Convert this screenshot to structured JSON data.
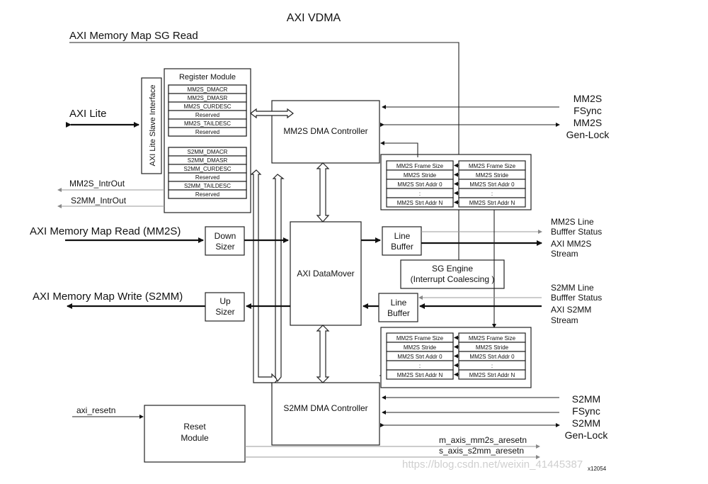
{
  "title": "AXI VDMA",
  "figure_id": "x12054",
  "watermark": "https://blog.csdn.net/weixin_41445387",
  "left_signals": {
    "sg_read": "AXI Memory Map SG Read",
    "axi_lite": "AXI Lite",
    "mm2s_introut": "MM2S_IntrOut",
    "s2mm_introut": "S2MM_IntrOut",
    "mm_read": "AXI Memory Map Read (MM2S)",
    "mm_write": "AXI Memory Map Write (S2MM)",
    "axi_resetn": "axi_resetn"
  },
  "slave_interface": "AXI Lite Slave Interface",
  "register_module": {
    "title": "Register Module",
    "mm2s_regs": [
      "MM2S_DMACR",
      "MM2S_DMASR",
      "MM2S_CURDESC",
      "Reserved",
      "MM2S_TAILDESC",
      "Reserved"
    ],
    "s2mm_regs": [
      "S2MM_DMACR",
      "S2MM_DMASR",
      "S2MM_CURDESC",
      "Reserved",
      "S2MM_TAILDESC",
      "Reserved"
    ]
  },
  "blocks": {
    "mm2s_dma": "MM2S DMA Controller",
    "s2mm_dma": "S2MM DMA Controller",
    "datamover": "AXI DataMover",
    "down_sizer": [
      "Down",
      "Sizer"
    ],
    "up_sizer": [
      "Up",
      "Sizer"
    ],
    "line_buffer_top": [
      "Line",
      "Buffer"
    ],
    "line_buffer_bottom": [
      "Line",
      "Buffer"
    ],
    "sg_engine": [
      "SG Engine",
      "(Interrupt Coalescing )"
    ],
    "reset": [
      "Reset",
      "Module"
    ]
  },
  "frame_regs": [
    "MM2S Frame Size",
    "MM2S Stride",
    "MM2S Strt Addr 0",
    ":",
    "MM2S Strt Addr N"
  ],
  "right_signals": {
    "mm2s_fsync": [
      "MM2S",
      "FSync",
      "MM2S",
      "Gen-Lock"
    ],
    "mm2s_line_status": [
      "MM2S Line",
      "Bufffer Status"
    ],
    "axi_mm2s_stream": [
      "AXI MM2S",
      "Stream"
    ],
    "s2mm_line_status": [
      "S2MM Line",
      "Bufffer Status"
    ],
    "axi_s2mm_stream": [
      "AXI S2MM",
      "Stream"
    ],
    "s2mm_fsync": [
      "S2MM",
      "FSync",
      "S2MM",
      "Gen-Lock"
    ],
    "m_axis_resetn": "m_axis_mm2s_aresetn",
    "s_axis_resetn": "s_axis_s2mm_aresetn"
  }
}
